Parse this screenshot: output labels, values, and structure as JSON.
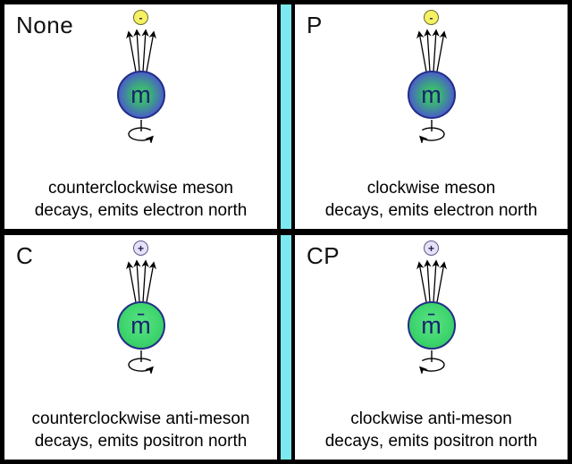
{
  "colors": {
    "border": "#000000",
    "divider_stripe": "#7ce8f0",
    "meson_edge_blue": "#4a5ec8",
    "meson_center_green": "#46c96e",
    "anti_meson_green": "#3fd56e",
    "electron_yellow": "#f6f163",
    "positron_lavender": "#e6e1f8",
    "particle_symbol_navy": "#15246e"
  },
  "quadrants": [
    {
      "label": "None",
      "spin": "counterclockwise",
      "particle_kind": "meson",
      "particle_symbol": "m",
      "emitted": "electron",
      "emitted_symbol": "-",
      "caption_line1": "counterclockwise meson",
      "caption_line2": "decays, emits electron north"
    },
    {
      "label": "P",
      "spin": "clockwise",
      "particle_kind": "meson",
      "particle_symbol": "m",
      "emitted": "electron",
      "emitted_symbol": "-",
      "caption_line1": "clockwise meson",
      "caption_line2": "decays, emits electron north"
    },
    {
      "label": "C",
      "spin": "counterclockwise",
      "particle_kind": "anti-meson",
      "particle_symbol": "m̄",
      "emitted": "positron",
      "emitted_symbol": "+",
      "caption_line1": "counterclockwise anti-meson",
      "caption_line2": "decays, emits positron north"
    },
    {
      "label": "CP",
      "spin": "clockwise",
      "particle_kind": "anti-meson",
      "particle_symbol": "m̄",
      "emitted": "positron",
      "emitted_symbol": "+",
      "caption_line1": "clockwise anti-meson",
      "caption_line2": "decays, emits positron north"
    }
  ]
}
